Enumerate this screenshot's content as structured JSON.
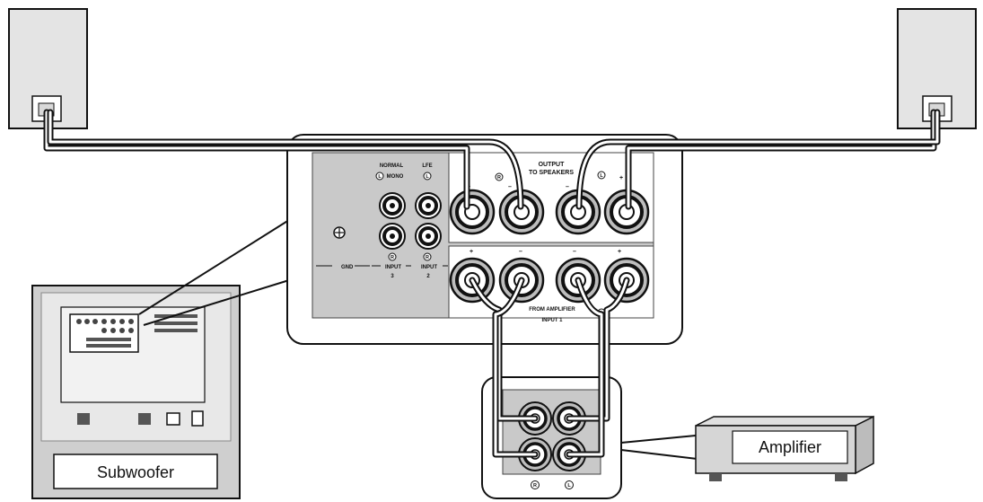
{
  "panel": {
    "output_line1": "OUTPUT",
    "output_line2": "TO SPEAKERS",
    "normal": "NORMAL",
    "mono": "MONO",
    "lfe": "LFE",
    "gnd": "GND",
    "input3": "INPUT",
    "input3_num": "3",
    "input2": "INPUT",
    "input2_num": "2",
    "from_amplifier": "FROM AMPLIFIER",
    "input1": "INPUT 1",
    "plus": "+",
    "minus": "–",
    "channel_r": "R",
    "channel_l": "L"
  },
  "subwoofer": {
    "label": "Subwoofer"
  },
  "amplifier": {
    "label": "Amplifier"
  }
}
